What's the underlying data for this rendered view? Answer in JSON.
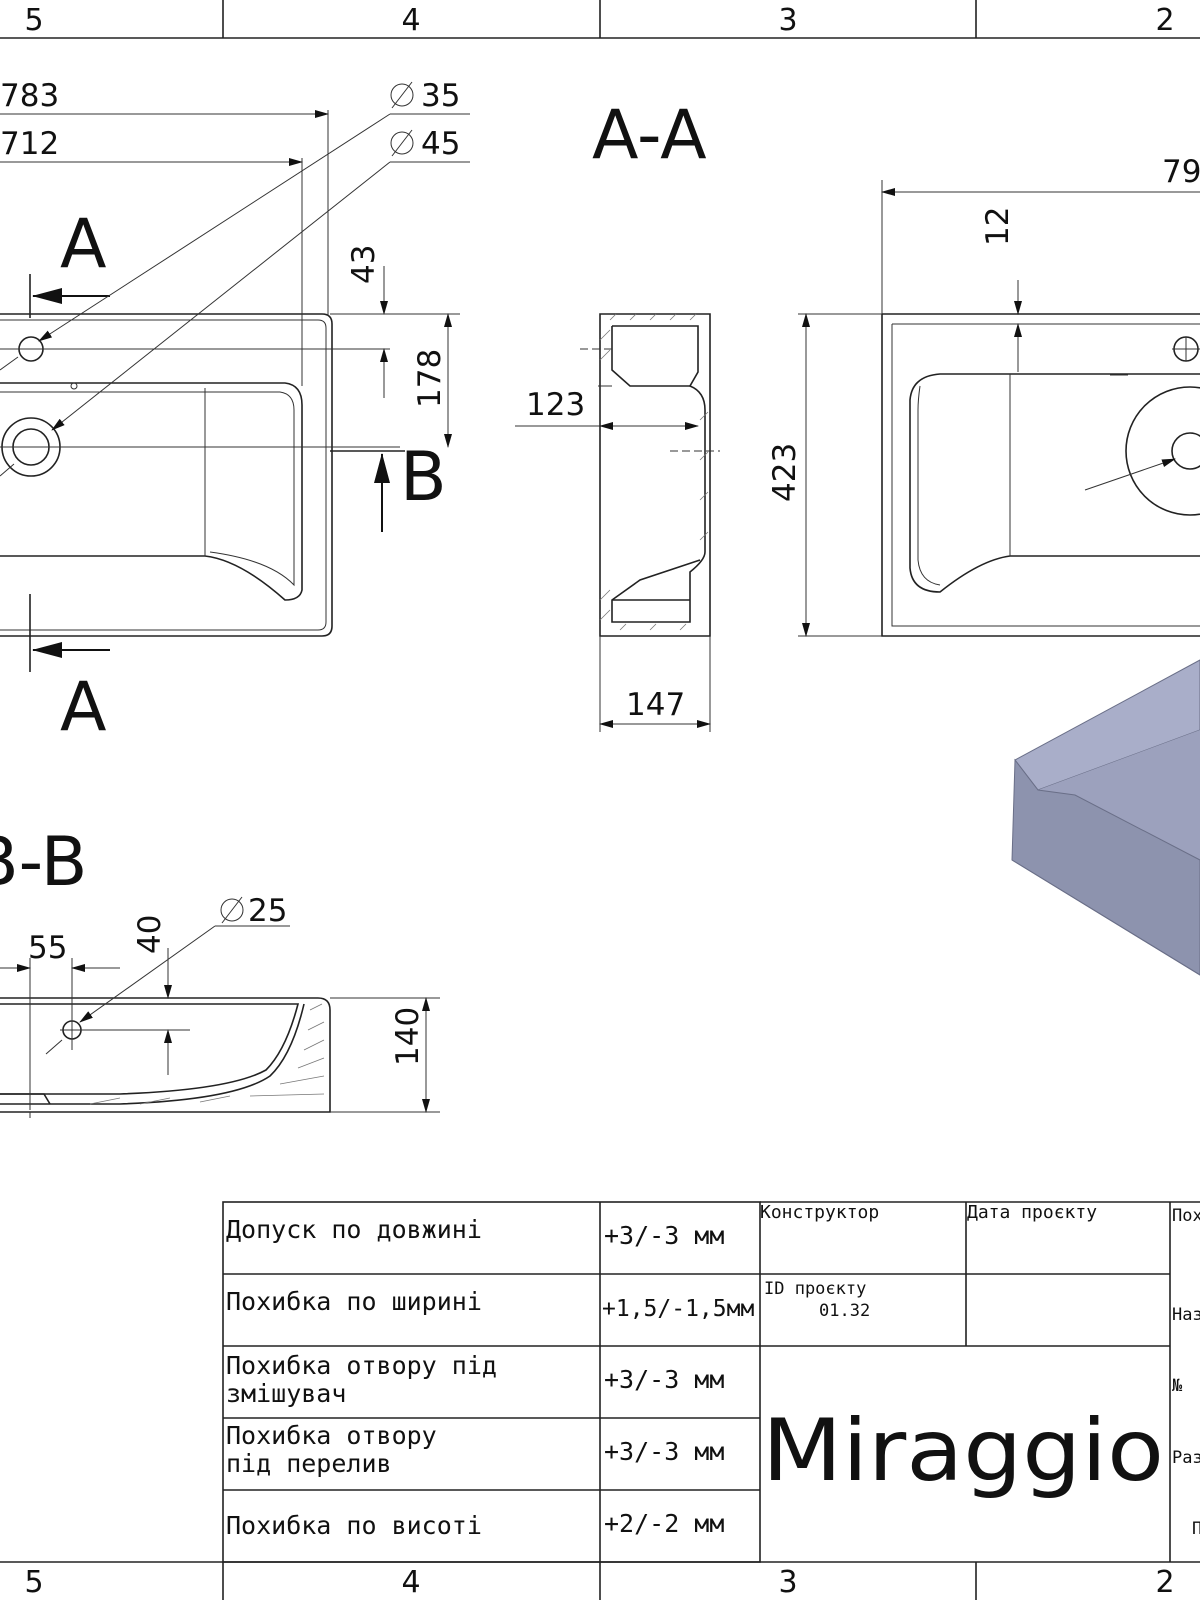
{
  "zones": {
    "top": [
      "5",
      "4",
      "3",
      "2"
    ],
    "bottom": [
      "5",
      "4",
      "3",
      "2"
    ]
  },
  "dimensions": {
    "d783": "783",
    "d712": "712",
    "d35": "35",
    "d45": "45",
    "d43": "43",
    "d178": "178",
    "d123": "123",
    "d147": "147",
    "d423": "423",
    "d12": "12",
    "d79": "79",
    "d55": "55",
    "d40": "40",
    "d25": "25",
    "d140": "140"
  },
  "section_labels": {
    "a_top": "A",
    "a_bottom": "A",
    "b_marker": "B",
    "aa_title": "A-A",
    "bb_title": "B-B"
  },
  "tolerance_table": [
    {
      "label": [
        "Допуск по довжині"
      ],
      "value": "+3/-3 мм"
    },
    {
      "label": [
        "Похибка по ширині"
      ],
      "value": "+1,5/-1,5мм"
    },
    {
      "label": [
        "Похибка отвору під",
        "змішувач"
      ],
      "value": "+3/-3 мм"
    },
    {
      "label": [
        "Похибка отвору",
        "під перелив"
      ],
      "value": "+3/-3 мм"
    },
    {
      "label": [
        "Похибка по висоті"
      ],
      "value": "+2/-2 мм"
    }
  ],
  "title_block": {
    "designer_label": "Конструктор",
    "project_date_label": "Дата проєкту",
    "project_id_label": "ID проєкту",
    "project_id_value": "01.32",
    "brand": "Miraggio",
    "right_labels": [
      "Пох",
      "Наз",
      "№",
      "Раз",
      "П"
    ]
  },
  "colors": {
    "line": "#222222",
    "render_top": "#a9aec9",
    "render_side": "#8d93ae",
    "render_inner": "#9ca1bd"
  }
}
